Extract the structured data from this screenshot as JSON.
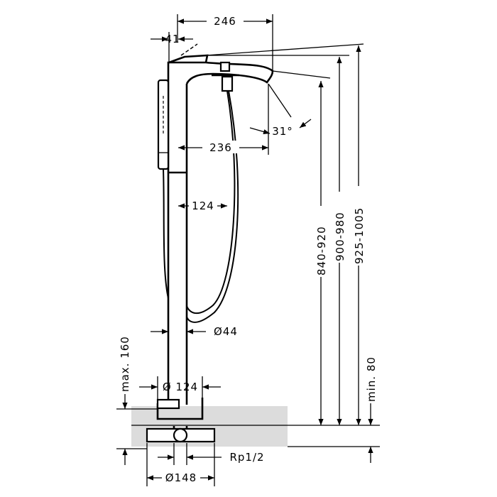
{
  "drawing": {
    "dimensions": {
      "spout_reach": "246",
      "offset": "41",
      "spout_length": "236",
      "angle": "31°",
      "hose_offset": "124",
      "pipe_diameter": "Ø44",
      "base_diameter": "Ø 124",
      "connector_diameter": "Ø148",
      "thread": "Rp1/2",
      "max_height": "max. 160",
      "min_depth": "min. 80",
      "height_low": "840-920",
      "height_mid": "900-980",
      "height_high": "925-1005"
    },
    "colors": {
      "line": "#000000",
      "floor": "#dcdcdc",
      "background": "#ffffff"
    }
  }
}
